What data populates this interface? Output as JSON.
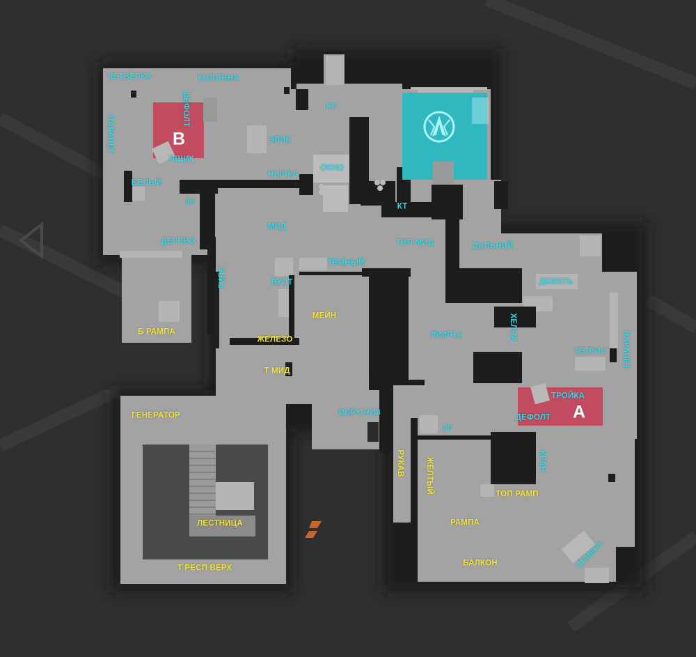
{
  "colors": {
    "background": "#2f2f2f",
    "floor": "#a3a3a3",
    "floor_light": "#b4b4b4",
    "wall_dark": "#1e1e1e",
    "site_zone": "#c4485c",
    "ct_spawn": "#2fb8c0",
    "ct_label": "#36d7e6",
    "t_label": "#f2e33a",
    "logo": "#c8652a"
  },
  "sites": {
    "b": {
      "letter": "B"
    },
    "a": {
      "letter": "A"
    }
  },
  "icons": {
    "ct_spawn": "counter-terrorist-emblem-icon",
    "watermark": "s-logo-watermark-icon"
  },
  "callouts": [
    {
      "id": "chetverka",
      "text": "ЧЕТВЁРКА",
      "team": "ct"
    },
    {
      "id": "kolonna",
      "text": "КОЛОННА",
      "team": "ct"
    },
    {
      "id": "defolt-b",
      "text": "ДЕФОЛТ",
      "team": "ct"
    },
    {
      "id": "parapet-b",
      "text": "ПАРАПЕТ",
      "team": "ct"
    },
    {
      "id": "elik",
      "text": "ЭЛИК",
      "team": "ct"
    },
    {
      "id": "yashchik",
      "text": "ЯЩИК",
      "team": "ct"
    },
    {
      "id": "nychka",
      "text": "НЫЧКА",
      "team": "ct"
    },
    {
      "id": "okno",
      "text": "ОКНО",
      "team": "ct"
    },
    {
      "id": "kt-top",
      "text": "КТ",
      "team": "ct"
    },
    {
      "id": "kt-mid",
      "text": "КТ",
      "team": "ct"
    },
    {
      "id": "belyy",
      "text": "БЕЛЫЙ",
      "team": "ct"
    },
    {
      "id": "b-90",
      "text": "90",
      "team": "ct"
    },
    {
      "id": "mid",
      "text": "МИД",
      "team": "ct"
    },
    {
      "id": "top-mid",
      "text": "ТОП МИД",
      "team": "ct"
    },
    {
      "id": "derevo",
      "text": "ДЕРЕВО",
      "team": "ct"
    },
    {
      "id": "dalniy",
      "text": "ДАЛЬНИЙ",
      "team": "ct"
    },
    {
      "id": "tyomnyy",
      "text": "ТЁМНЫЙ",
      "team": "ct"
    },
    {
      "id": "gips",
      "text": "ГИПС",
      "team": "ct"
    },
    {
      "id": "bust",
      "text": "БУСТ",
      "team": "ct"
    },
    {
      "id": "devyat",
      "text": "ДЕВЯТЬ",
      "team": "ct"
    },
    {
      "id": "mein",
      "text": "МЕЙН",
      "team": "t"
    },
    {
      "id": "b-rampa",
      "text": "Б РАМПА",
      "team": "t"
    },
    {
      "id": "lifty",
      "text": "ЛИФТЫ",
      "team": "ct"
    },
    {
      "id": "khelpa",
      "text": "ХЕЛПА",
      "team": "ct"
    },
    {
      "id": "parapet-a",
      "text": "ПАРАПЕТ",
      "team": "ct"
    },
    {
      "id": "zhelezo",
      "text": "ЖЕЛЕЗО",
      "team": "t"
    },
    {
      "id": "tetris",
      "text": "ТЕТРИС",
      "team": "ct"
    },
    {
      "id": "t-mid",
      "text": "Т МИД",
      "team": "t"
    },
    {
      "id": "troyka",
      "text": "ТРОЙКА",
      "team": "ct"
    },
    {
      "id": "defolt-a",
      "text": "ДЕФОЛТ",
      "team": "ct"
    },
    {
      "id": "generator",
      "text": "ГЕНЕРАТОР",
      "team": "t"
    },
    {
      "id": "verkh-niz",
      "text": "ВЕРХ-НИЗ",
      "team": "ct"
    },
    {
      "id": "a-90",
      "text": "90",
      "team": "ct"
    },
    {
      "id": "rukav",
      "text": "РУКАВ",
      "team": "t"
    },
    {
      "id": "zhyoltyy",
      "text": "ЖЁЛТЫЙ",
      "team": "t"
    },
    {
      "id": "kran",
      "text": "КРАН",
      "team": "ct"
    },
    {
      "id": "top-ramp",
      "text": "ТОП РАМП",
      "team": "t"
    },
    {
      "id": "lestnitsa",
      "text": "ЛЕСТНИЦА",
      "team": "t"
    },
    {
      "id": "rampa",
      "text": "РАМПА",
      "team": "t"
    },
    {
      "id": "tsement",
      "text": "ЦЕМЕНТ",
      "team": "ct"
    },
    {
      "id": "balkon",
      "text": "БАЛКОН",
      "team": "t"
    },
    {
      "id": "t-resp-verkh",
      "text": "Т РЕСП ВЕРХ",
      "team": "t"
    }
  ]
}
